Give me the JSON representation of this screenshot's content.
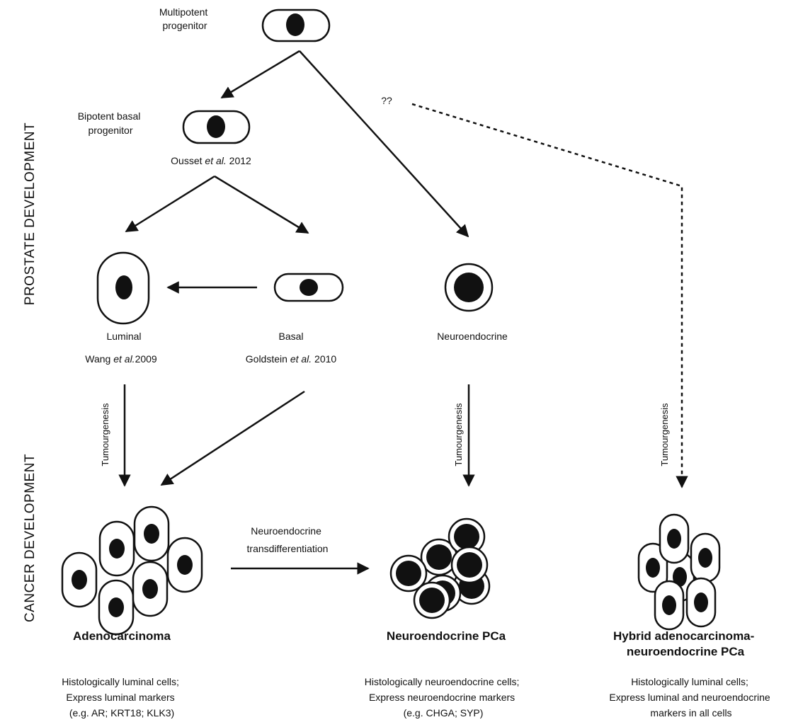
{
  "side_labels": {
    "prostate": "PROSTATE DEVELOPMENT",
    "cancer": "CANCER DEVELOPMENT"
  },
  "nodes": {
    "multipotent": [
      "Multipotent",
      "progenitor"
    ],
    "bipotent": [
      "Bipotent basal",
      "progenitor"
    ],
    "luminal": "Luminal",
    "basal": "Basal",
    "neuroendocrine": "Neuroendocrine"
  },
  "citations": {
    "ousset": {
      "author": "Ousset ",
      "etal": "et al.",
      "year": " 2012"
    },
    "wang": {
      "author": "Wang ",
      "etal": "et al.",
      "year": "2009"
    },
    "goldstein": {
      "author": "Goldstein ",
      "etal": "et al.",
      "year": " 2010"
    }
  },
  "edges": {
    "unknown": "??",
    "tumourgenesis": "Tumourgenesis",
    "transdiff": [
      "Neuroendocrine",
      "transdifferentiation"
    ]
  },
  "outcomes": {
    "adeno": {
      "title": "Adenocarcinoma",
      "desc": [
        "Histologically luminal cells;",
        "Express luminal markers",
        "(e.g. AR; KRT18; KLK3)"
      ]
    },
    "nepc": {
      "title": "Neuroendocrine PCa",
      "desc": [
        "Histologically neuroendocrine cells;",
        "Express neuroendocrine markers",
        "(e.g. CHGA; SYP)"
      ]
    },
    "hybrid": {
      "title": [
        "Hybrid adenocarcinoma-",
        "neuroendocrine PCa"
      ],
      "desc": [
        "Histologically luminal cells;",
        "Express luminal and neuroendocrine",
        "markers in all cells"
      ]
    }
  }
}
